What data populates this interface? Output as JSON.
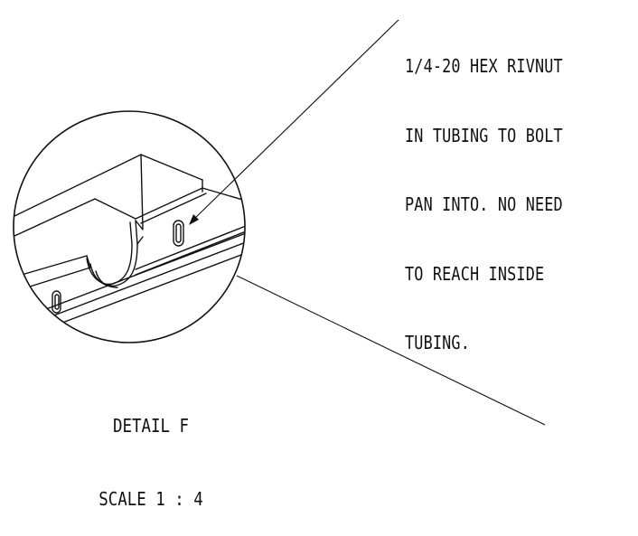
{
  "callout_note": {
    "lines": [
      "1/4-20 HEX RIVNUT",
      "IN TUBING TO BOLT",
      "PAN INTO. NO NEED",
      "TO REACH INSIDE",
      "TUBING."
    ]
  },
  "detail_label": {
    "name": "DETAIL F",
    "scale": "SCALE 1 : 4"
  },
  "colors": {
    "ink": "#111111",
    "background": "#ffffff"
  }
}
